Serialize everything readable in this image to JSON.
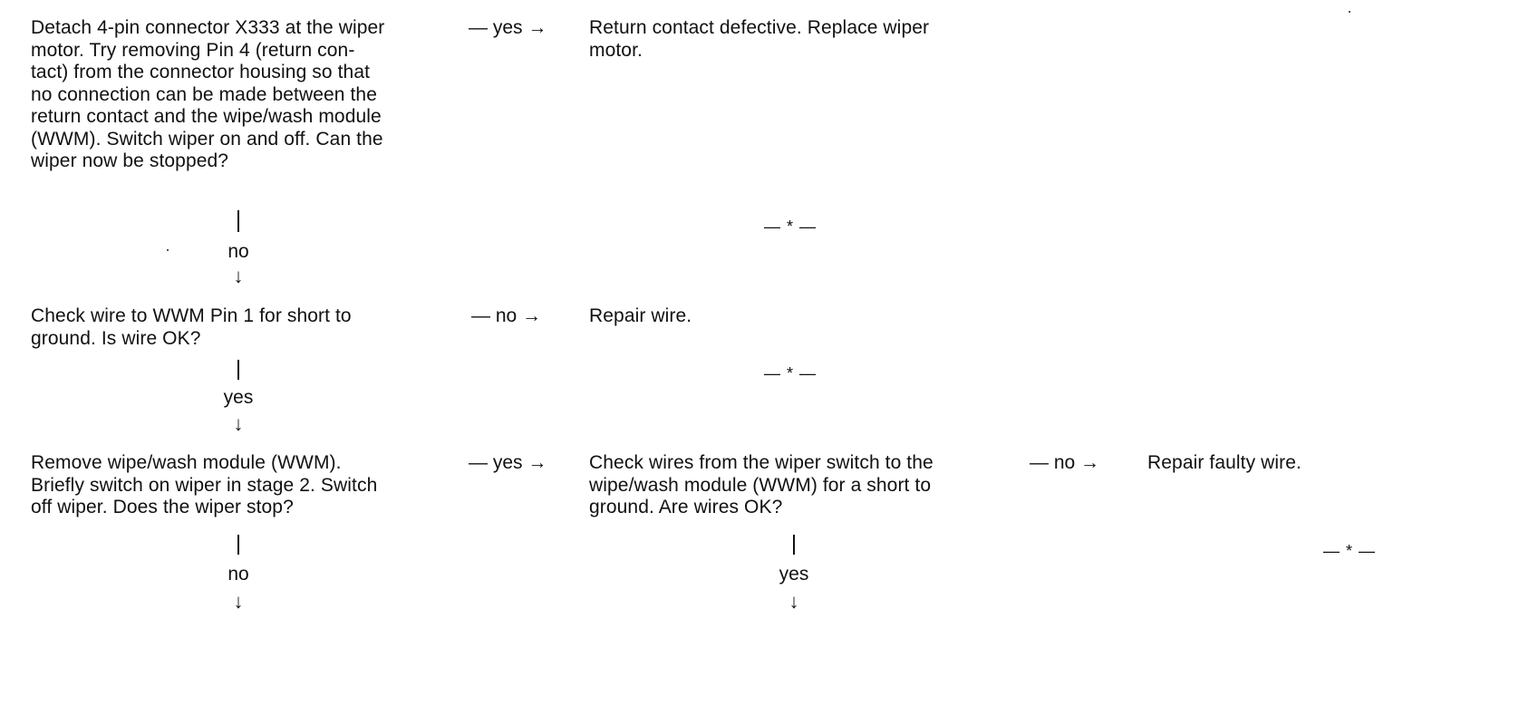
{
  "step1": {
    "question": "Detach 4-pin connector X333 at the wiper\nmotor. Try removing Pin 4 (return con-\ntact) from the connector housing so that\nno connection can be made between the\nreturn contact and the wipe/wash module\n(WWM). Switch wiper on and off. Can the\nwiper now be stopped?",
    "yes_label": "— yes →",
    "yes_result": "Return contact defective. Replace wiper\nmotor.",
    "no_label": "no",
    "separator": "— * —"
  },
  "step2": {
    "question": "Check wire to WWM Pin 1 for short to\nground. Is wire OK?",
    "no_label": "— no →",
    "no_result": "Repair wire.",
    "yes_label": "yes",
    "separator": "— * —"
  },
  "step3": {
    "question": "Remove wipe/wash module (WWM).\nBriefly switch on wiper in stage 2. Switch\noff wiper. Does the wiper stop?",
    "yes_label": "— yes →",
    "yes_result": "Check wires from the wiper switch to the\nwipe/wash module (WWM) for a short to\nground. Are wires OK?",
    "no_label": "no",
    "result_no_label": "— no →",
    "result_no_result": "Repair faulty wire.",
    "result_yes_label": "yes",
    "separator": "— * —"
  },
  "arrow_glyph": "↓"
}
